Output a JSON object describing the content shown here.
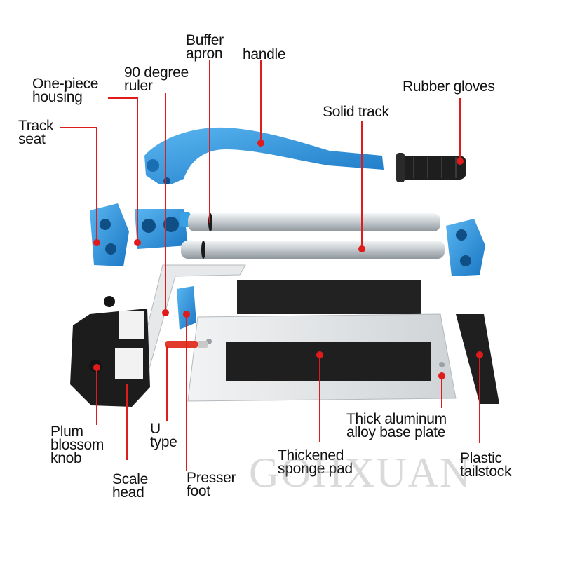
{
  "labels": {
    "buffer_apron": [
      "Buffer",
      "apron"
    ],
    "handle": "handle",
    "ruler_90": [
      "90 degree",
      "ruler"
    ],
    "one_piece_housing": [
      "One-piece",
      "housing"
    ],
    "rubber_gloves": "Rubber gloves",
    "solid_track": "Solid track",
    "track_seat": [
      "Track",
      "seat"
    ],
    "plum_blossom_knob": [
      "Plum",
      "blossom",
      "knob"
    ],
    "u_type": [
      "U",
      "type"
    ],
    "scale_head": [
      "Scale",
      "head"
    ],
    "presser_foot": [
      "Presser",
      "foot"
    ],
    "thickened_sponge_pad": [
      "Thickened",
      "sponge pad"
    ],
    "base_plate": [
      "Thick aluminum",
      "alloy base plate"
    ],
    "plastic_tailstock": [
      "Plastic",
      "tailstock"
    ]
  },
  "watermark": "GOHXUAN",
  "colors": {
    "leader_line": "#e01b1b",
    "part_blue": "#2a8fd6",
    "part_black": "#1c1c1c",
    "aluminum": "#d9dde0"
  }
}
